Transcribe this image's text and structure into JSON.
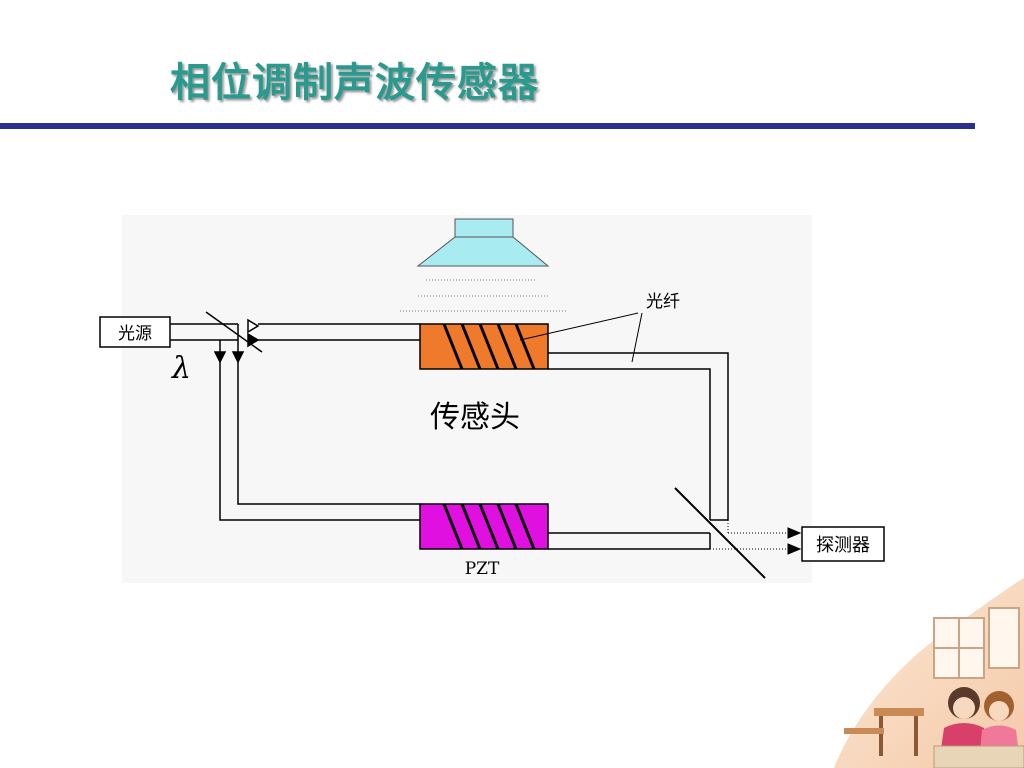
{
  "slide": {
    "title": "相位调制声波传感器"
  },
  "diagram": {
    "light_source_label": "光源",
    "wavelength_symbol": "λ",
    "fiber_label": "光纤",
    "sensor_head_label": "传感头",
    "pzt_label": "PZT",
    "detector_label": "探测器",
    "colors": {
      "speaker": "#a8ecf2",
      "sensor_head": "#f07a2c",
      "pzt": "#e010e0",
      "rule": "#2b2f8c",
      "title": "#2a9a8e"
    }
  }
}
